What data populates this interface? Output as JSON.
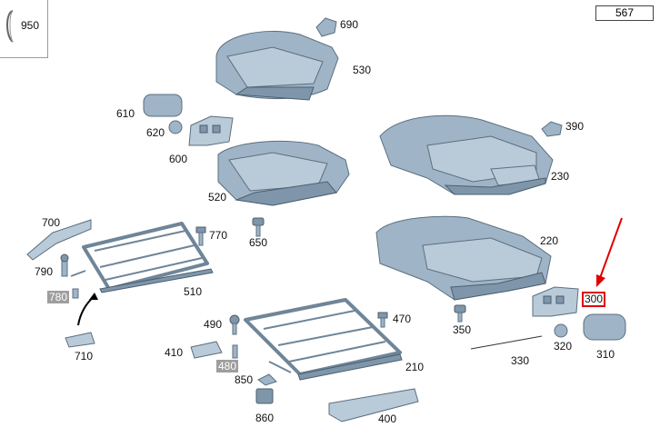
{
  "sheet": {
    "number": "567"
  },
  "legend": {
    "item": "950"
  },
  "parts": [
    {
      "id": "690",
      "highlight": false,
      "selected": false
    },
    {
      "id": "530",
      "highlight": false,
      "selected": false
    },
    {
      "id": "610",
      "highlight": false,
      "selected": false
    },
    {
      "id": "620",
      "highlight": false,
      "selected": false
    },
    {
      "id": "600",
      "highlight": false,
      "selected": false
    },
    {
      "id": "520",
      "highlight": false,
      "selected": false
    },
    {
      "id": "390",
      "highlight": false,
      "selected": false
    },
    {
      "id": "230",
      "highlight": false,
      "selected": false
    },
    {
      "id": "700",
      "highlight": false,
      "selected": false
    },
    {
      "id": "770",
      "highlight": false,
      "selected": false
    },
    {
      "id": "650",
      "highlight": false,
      "selected": false
    },
    {
      "id": "220",
      "highlight": false,
      "selected": false
    },
    {
      "id": "790",
      "highlight": false,
      "selected": false
    },
    {
      "id": "780",
      "highlight": true,
      "selected": false
    },
    {
      "id": "510",
      "highlight": false,
      "selected": false
    },
    {
      "id": "300",
      "highlight": false,
      "selected": true
    },
    {
      "id": "350",
      "highlight": false,
      "selected": false
    },
    {
      "id": "490",
      "highlight": false,
      "selected": false
    },
    {
      "id": "470",
      "highlight": false,
      "selected": false
    },
    {
      "id": "320",
      "highlight": false,
      "selected": false
    },
    {
      "id": "310",
      "highlight": false,
      "selected": false
    },
    {
      "id": "710",
      "highlight": false,
      "selected": false
    },
    {
      "id": "410",
      "highlight": false,
      "selected": false
    },
    {
      "id": "330",
      "highlight": false,
      "selected": false
    },
    {
      "id": "480",
      "highlight": true,
      "selected": false
    },
    {
      "id": "210",
      "highlight": false,
      "selected": false
    },
    {
      "id": "850",
      "highlight": false,
      "selected": false
    },
    {
      "id": "860",
      "highlight": false,
      "selected": false
    },
    {
      "id": "400",
      "highlight": false,
      "selected": false
    }
  ],
  "colors": {
    "part": "#9fb4c6",
    "highlight": "#9e9e9e",
    "selected": "#e00000",
    "arrow": "#e00000"
  }
}
